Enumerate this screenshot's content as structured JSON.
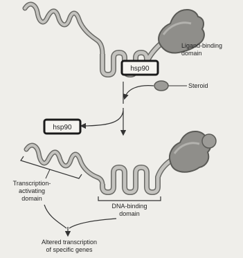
{
  "labels": {
    "ligand_binding_1": "Ligand-binding",
    "ligand_binding_2": "domain",
    "hsp90_top": "hsp90",
    "steroid": "Steroid",
    "hsp90_left": "hsp90",
    "tad_1": "Transcription-",
    "tad_2": "activating",
    "tad_3": "domain",
    "dbd_1": "DNA-binding",
    "dbd_2": "domain",
    "outcome_1": "Altered transcription",
    "outcome_2": "of specific genes"
  },
  "colors": {
    "background": "#efeeea",
    "protein_fill": "#c4c3bf",
    "protein_stroke": "#6a6a66",
    "ligand_domain_fill": "#8f8e8a",
    "steroid_fill": "#9c9b97",
    "box_stroke": "#1a1a1a",
    "arrow": "#333333"
  }
}
